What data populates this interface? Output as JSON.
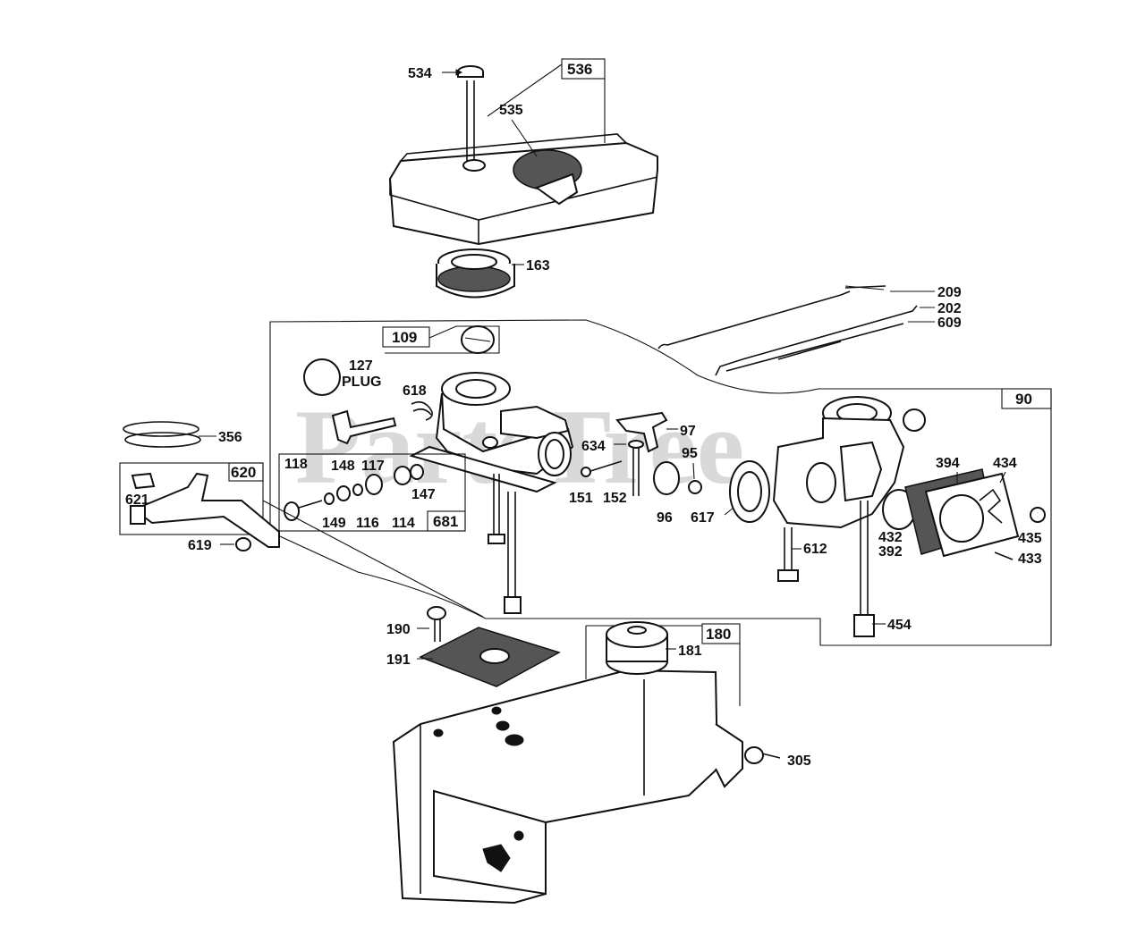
{
  "watermark": "PartsTree",
  "boxes": {
    "b536": "536",
    "b109": "109",
    "b620": "620",
    "b681": "681",
    "b90": "90",
    "b180": "180"
  },
  "labels": {
    "p534": "534",
    "p535": "535",
    "p163": "163",
    "p127": "127",
    "p_plug": "PLUG",
    "p618": "618",
    "p356": "356",
    "p621": "621",
    "p619": "619",
    "p118": "118",
    "p148": "148",
    "p117": "117",
    "p147": "147",
    "p149": "149",
    "p116": "116",
    "p114": "114",
    "p97": "97",
    "p634": "634",
    "p95": "95",
    "p151": "151",
    "p152": "152",
    "p96": "96",
    "p617": "617",
    "p209": "209",
    "p202": "202",
    "p609": "609",
    "p394": "394",
    "p434": "434",
    "p432": "432",
    "p392": "392",
    "p435": "435",
    "p433": "433",
    "p612": "612",
    "p454": "454",
    "p190": "190",
    "p191": "191",
    "p181": "181",
    "p305": "305"
  }
}
